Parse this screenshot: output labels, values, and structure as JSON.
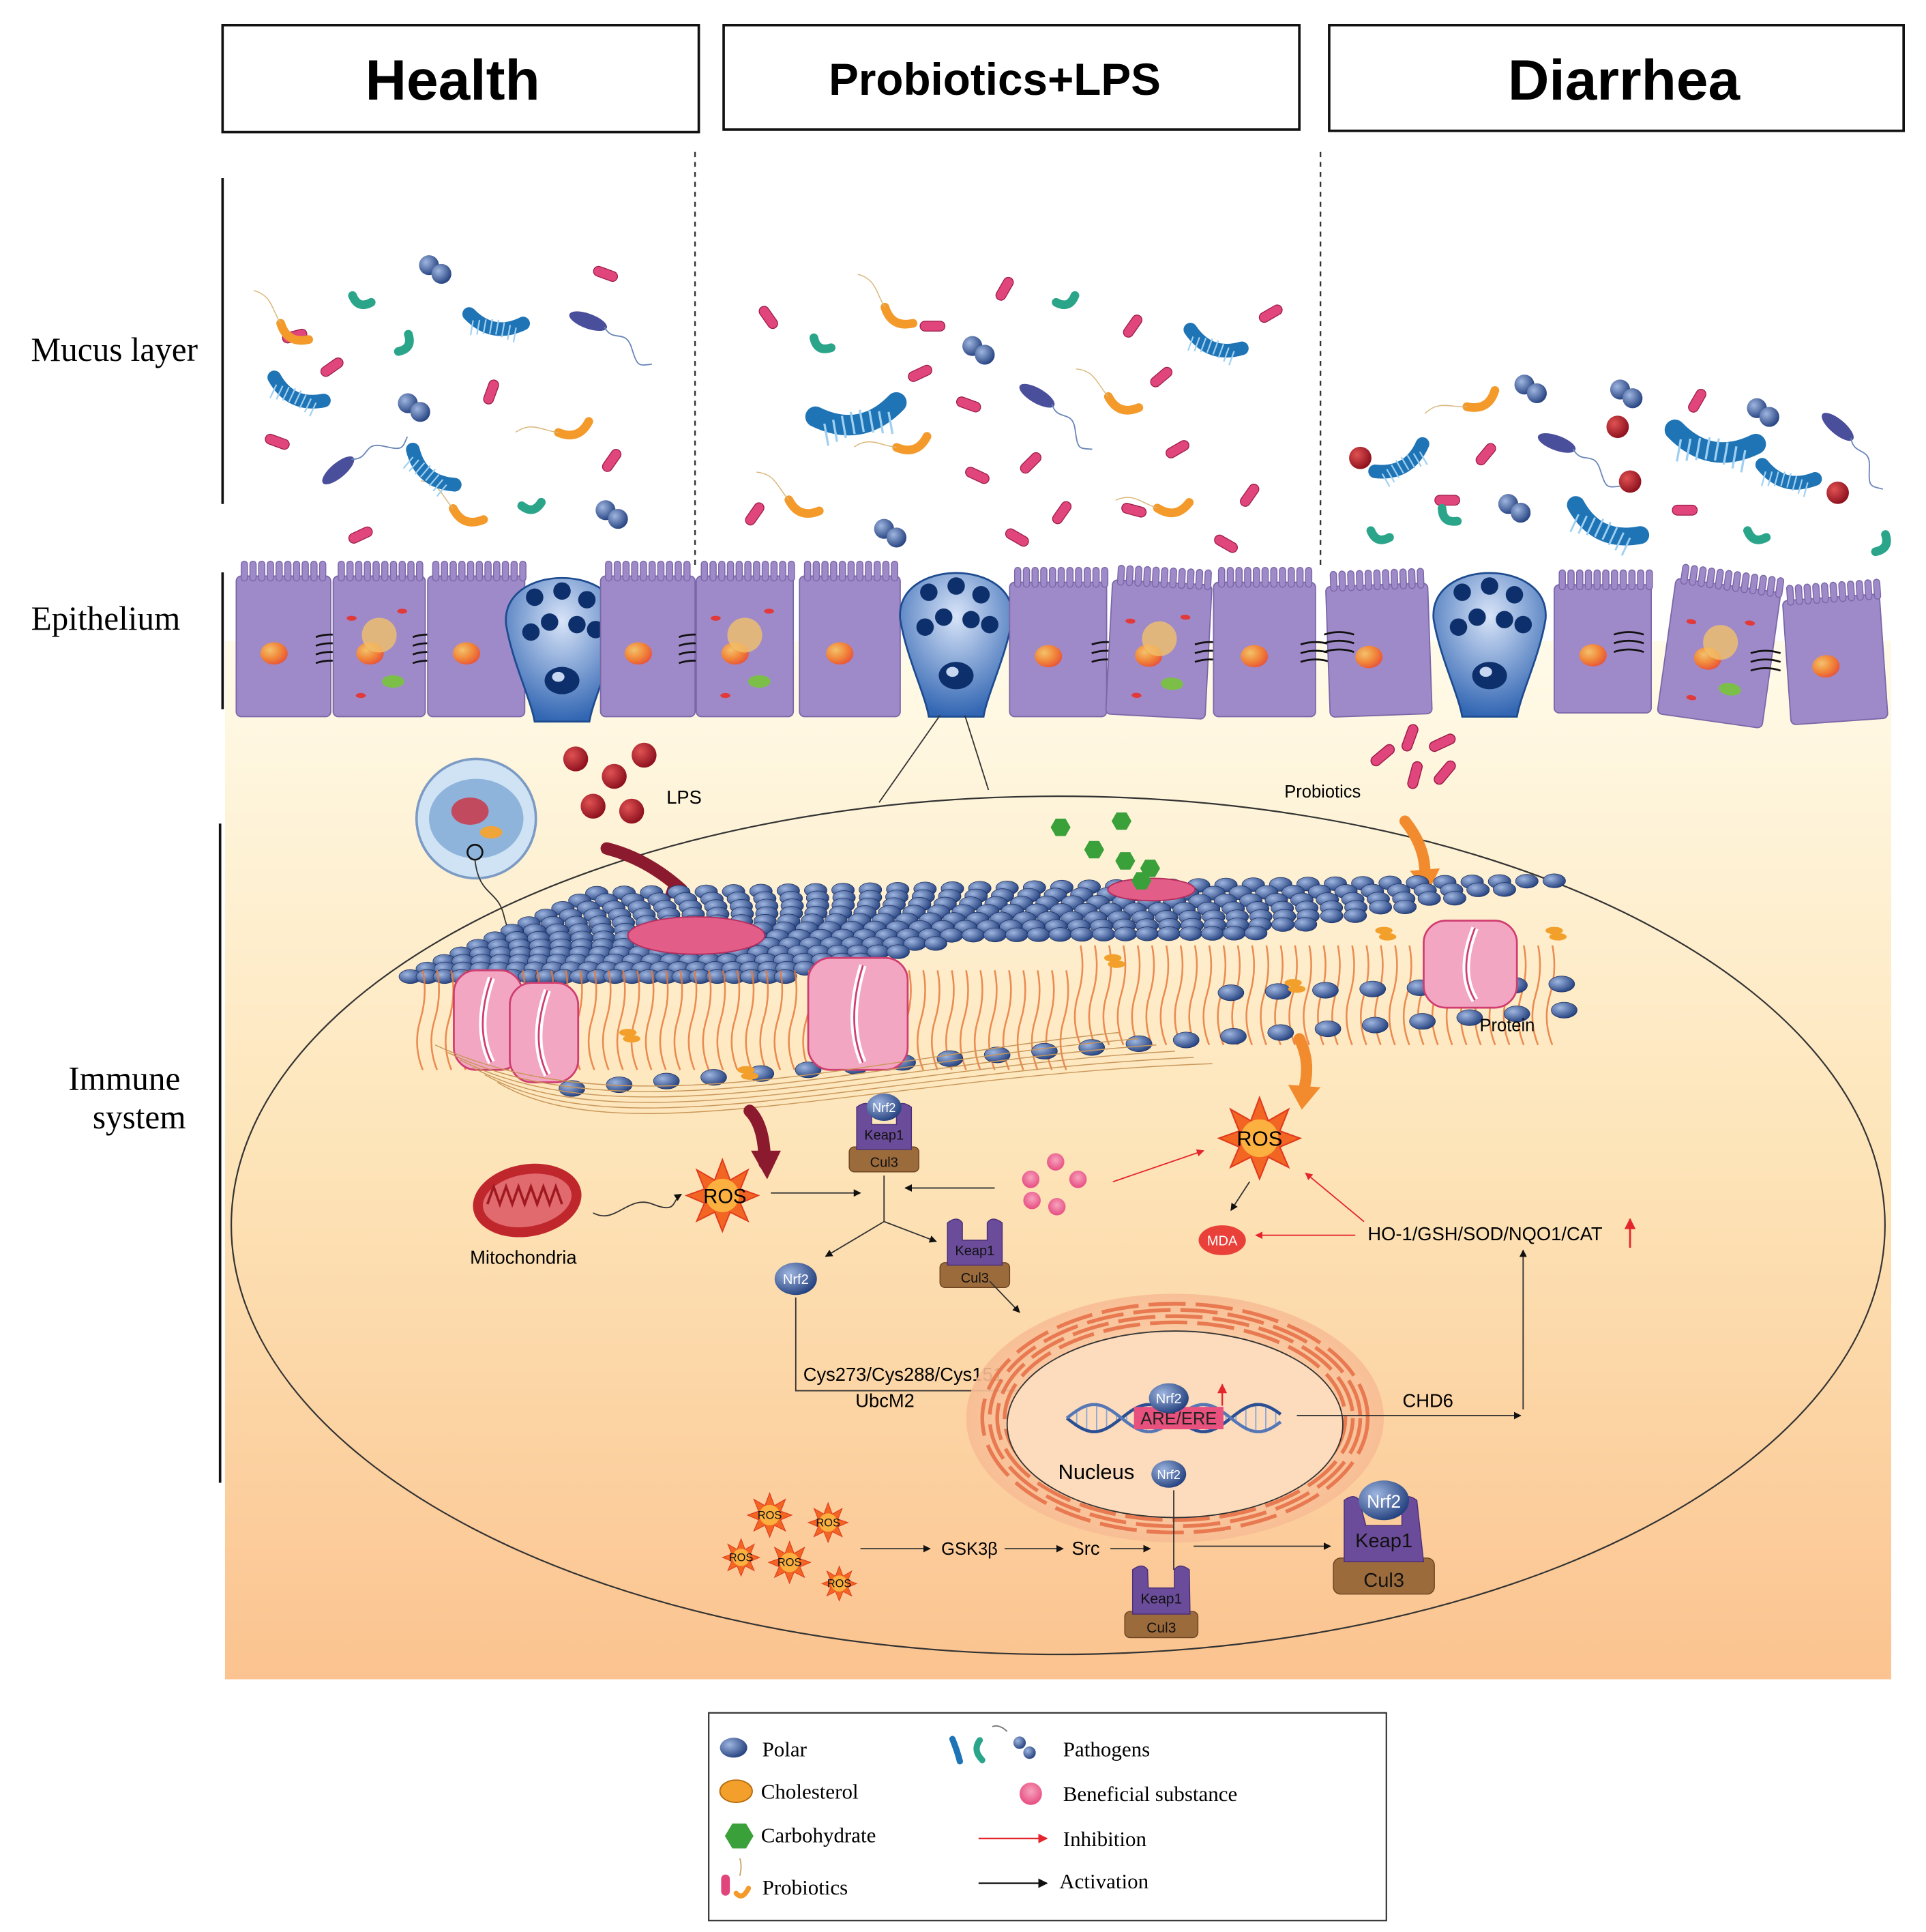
{
  "headers": {
    "health": "Health",
    "probiotics_lps": "Probiotics+LPS",
    "diarrhea": "Diarrhea"
  },
  "layers": {
    "mucus": "Mucus layer",
    "epithelium": "Epithelium",
    "immune_line1": "Immune",
    "immune_line2": "system"
  },
  "labels": {
    "lps": "LPS",
    "probiotics": "Probiotics",
    "protein": "Protein",
    "mitochondria": "Mitochondria",
    "ros": "ROS",
    "mda": "MDA",
    "antioxidants": "HO-1/GSH/SOD/NQO1/CAT",
    "nrf2": "Nrf2",
    "keap1": "Keap1",
    "cul3": "Cul3",
    "cys": "Cys273/Cys288/Cys151",
    "ubcm2": "UbcM2",
    "are_ere": "ARE/ERE",
    "chd6": "CHD6",
    "nucleus": "Nucleus",
    "gsk3b": "GSK3β",
    "src": "Src"
  },
  "legend": {
    "polar": "Polar",
    "cholesterol": "Cholesterol",
    "carbohydrate": "Carbohydrate",
    "probiotics": "Probiotics",
    "pathogens": "Pathogens",
    "beneficial": "Beneficial substance",
    "inhibition": "Inhibition",
    "activation": "Activation"
  },
  "colors": {
    "epithelial_cell": "#9f8ac9",
    "goblet_cell": "#2d5fa8",
    "bilayer_head": "#3a5d9e",
    "inhibition_arrow": "#e4262c",
    "activation_arrow": "#111111",
    "probiotic_pink": "#e0457b",
    "probiotic_orange": "#f39a2b",
    "ros_star": "#f05a24",
    "cul3_brown": "#9c6b3c",
    "keap1_purple": "#6b4c9a",
    "background_gradient_top": "#fff7df",
    "background_gradient_bottom": "#fbc999"
  }
}
